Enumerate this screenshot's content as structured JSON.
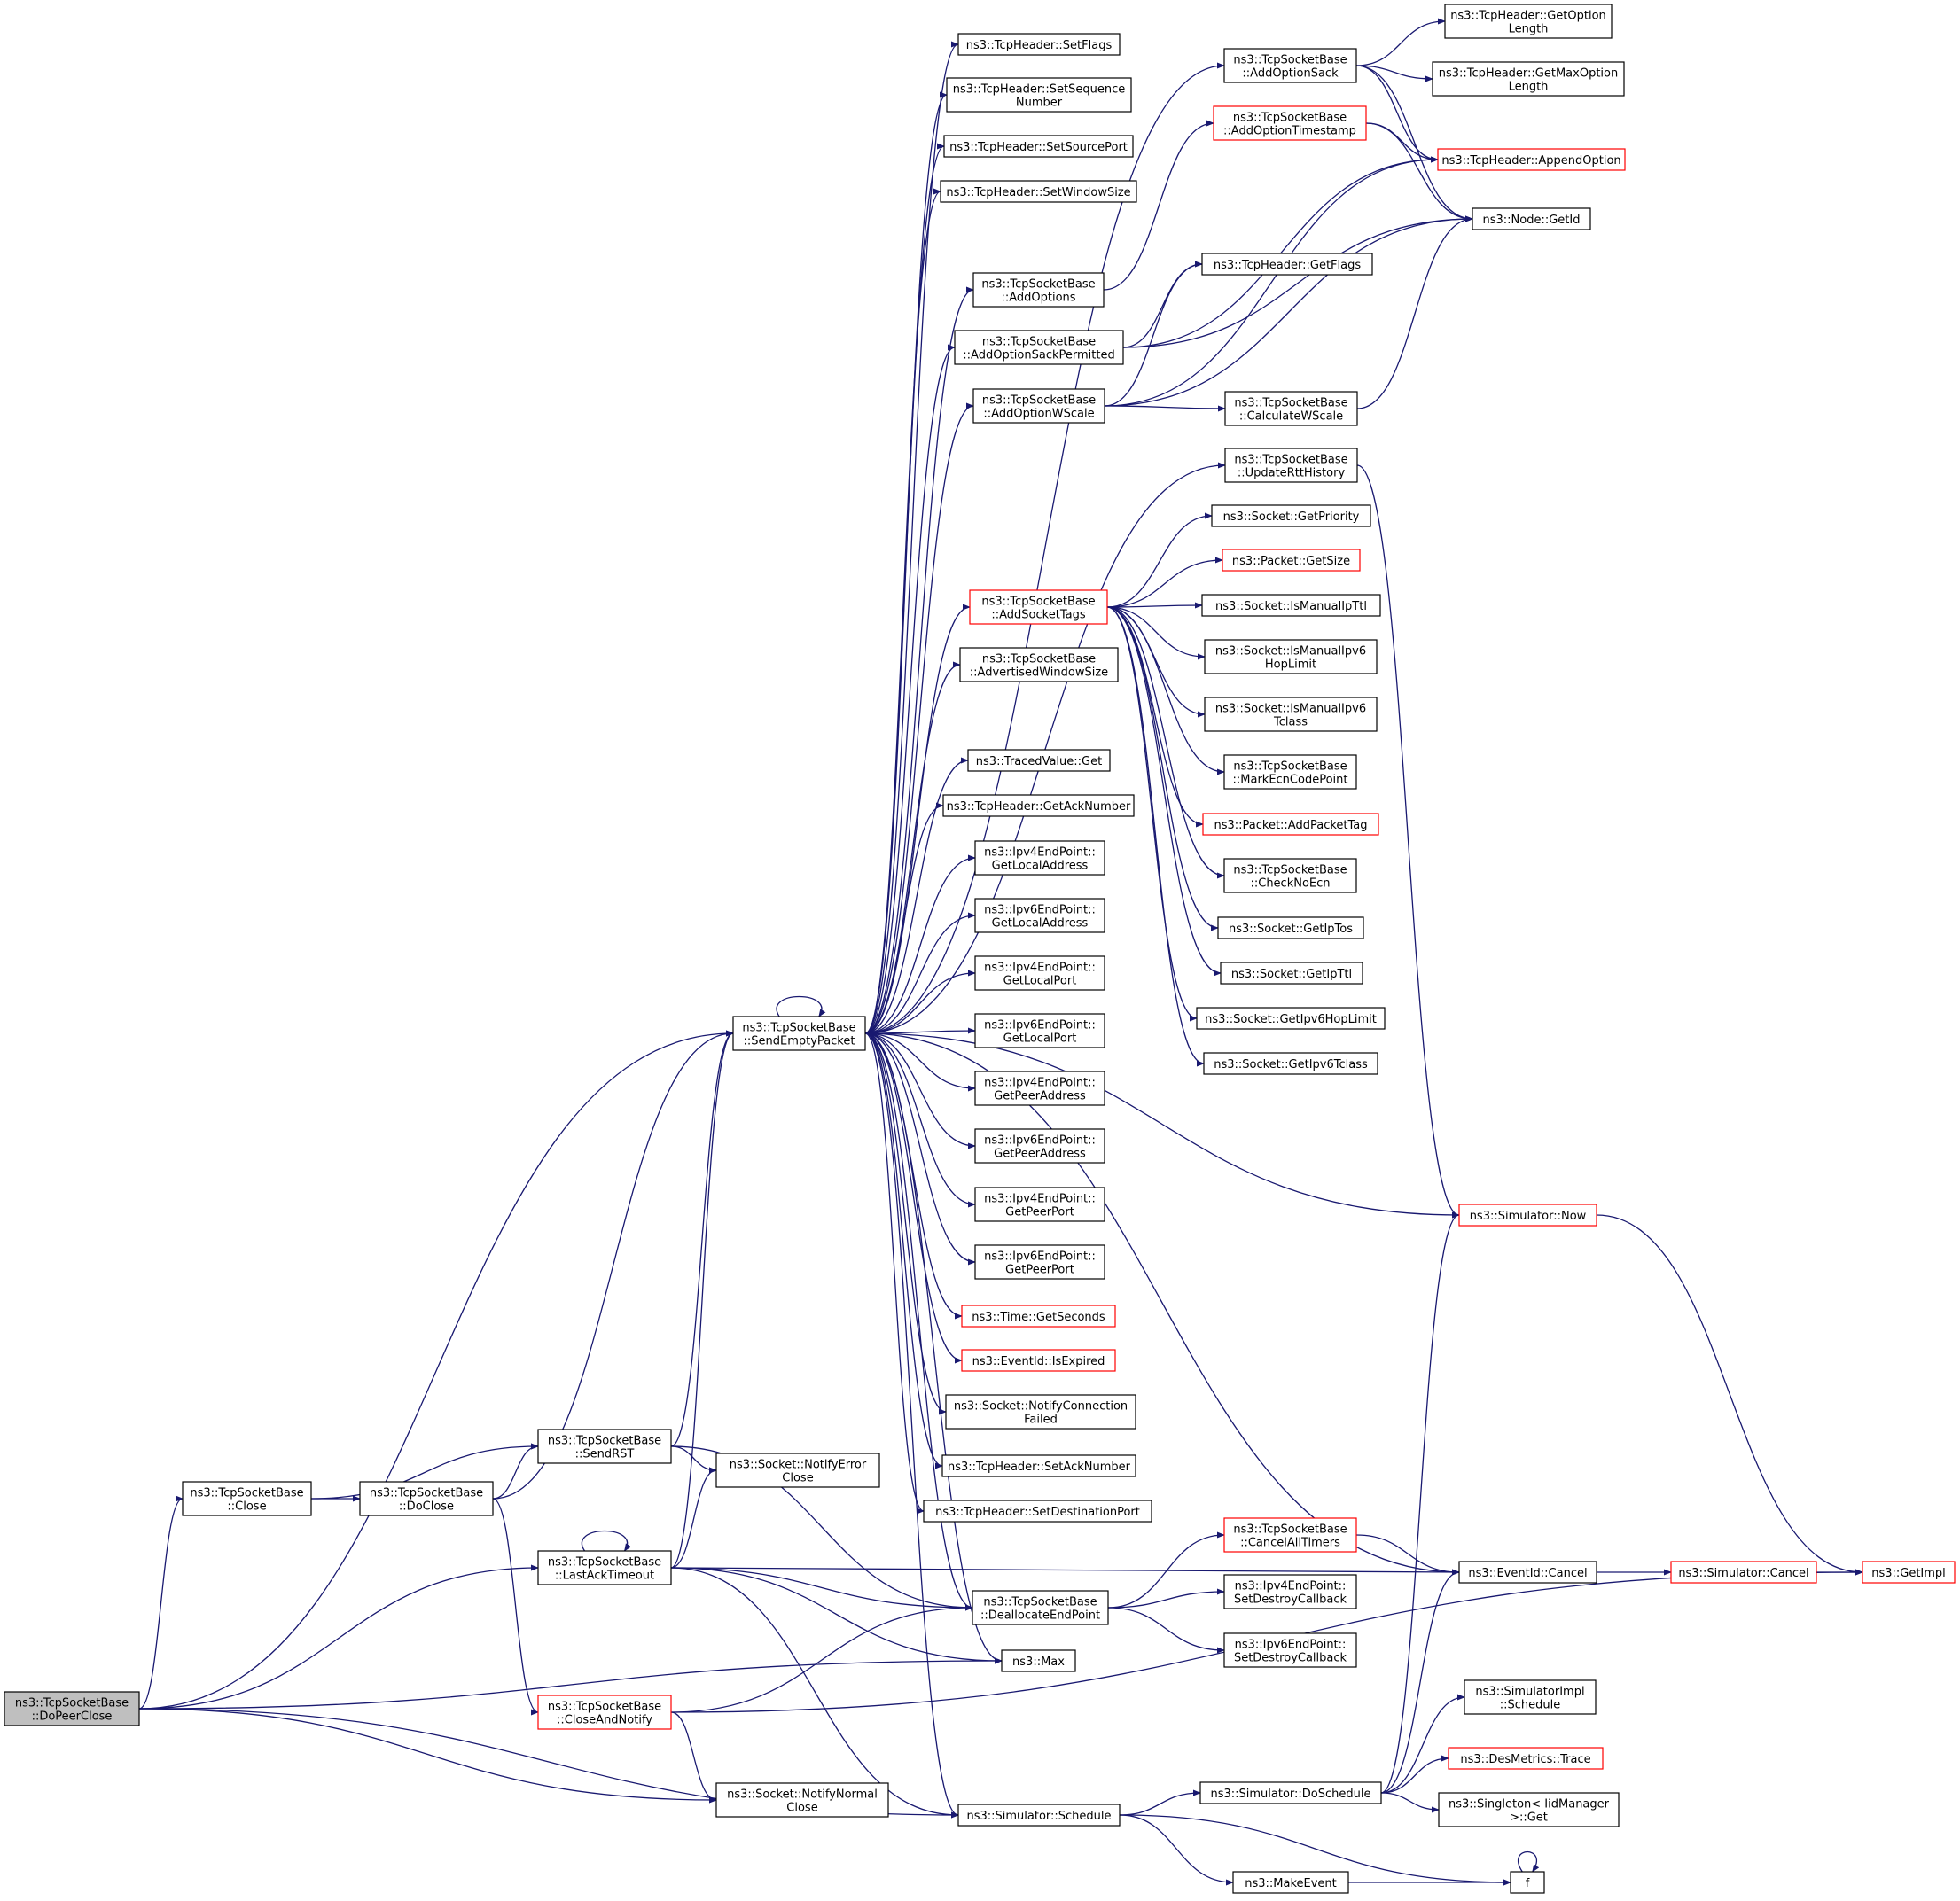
{
  "colors": {
    "edge": "#191970",
    "node_border": "#000000",
    "incomplete_border": "#ff0000",
    "root_fill": "#bfbfbf",
    "node_fill": "#ffffff"
  },
  "nodes": [
    {
      "id": "doPeerClose",
      "lines": [
        "ns3::TcpSocketBase",
        "::DoPeerClose"
      ],
      "style": "root"
    },
    {
      "id": "close",
      "lines": [
        "ns3::TcpSocketBase",
        "::Close"
      ]
    },
    {
      "id": "doClose",
      "lines": [
        "ns3::TcpSocketBase",
        "::DoClose"
      ]
    },
    {
      "id": "sendRST",
      "lines": [
        "ns3::TcpSocketBase",
        "::SendRST"
      ]
    },
    {
      "id": "lastAck",
      "lines": [
        "ns3::TcpSocketBase",
        "::LastAckTimeout"
      ]
    },
    {
      "id": "closeAndNotify",
      "lines": [
        "ns3::TcpSocketBase",
        "::CloseAndNotify"
      ],
      "style": "incomplete"
    },
    {
      "id": "notifyErrorClose",
      "lines": [
        "ns3::Socket::NotifyError",
        "Close"
      ]
    },
    {
      "id": "notifyNormalClose",
      "lines": [
        "ns3::Socket::NotifyNormal",
        "Close"
      ]
    },
    {
      "id": "sendEmpty",
      "lines": [
        "ns3::TcpSocketBase",
        "::SendEmptyPacket"
      ]
    },
    {
      "id": "setFlags",
      "lines": [
        "ns3::TcpHeader::SetFlags"
      ]
    },
    {
      "id": "setSeq",
      "lines": [
        "ns3::TcpHeader::SetSequence",
        "Number"
      ]
    },
    {
      "id": "setSrcPort",
      "lines": [
        "ns3::TcpHeader::SetSourcePort"
      ]
    },
    {
      "id": "setWin",
      "lines": [
        "ns3::TcpHeader::SetWindowSize"
      ]
    },
    {
      "id": "addOptions",
      "lines": [
        "ns3::TcpSocketBase",
        "::AddOptions"
      ]
    },
    {
      "id": "addSackPerm",
      "lines": [
        "ns3::TcpSocketBase",
        "::AddOptionSackPermitted"
      ]
    },
    {
      "id": "addWScale",
      "lines": [
        "ns3::TcpSocketBase",
        "::AddOptionWScale"
      ]
    },
    {
      "id": "addSocketTags",
      "lines": [
        "ns3::TcpSocketBase",
        "::AddSocketTags"
      ],
      "style": "incomplete"
    },
    {
      "id": "advWin",
      "lines": [
        "ns3::TcpSocketBase",
        "::AdvertisedWindowSize"
      ]
    },
    {
      "id": "tracedGet",
      "lines": [
        "ns3::TracedValue::Get"
      ]
    },
    {
      "id": "getAckNum",
      "lines": [
        "ns3::TcpHeader::GetAckNumber"
      ]
    },
    {
      "id": "v4LocalAddr",
      "lines": [
        "ns3::Ipv4EndPoint::",
        "GetLocalAddress"
      ]
    },
    {
      "id": "v6LocalAddr",
      "lines": [
        "ns3::Ipv6EndPoint::",
        "GetLocalAddress"
      ]
    },
    {
      "id": "v4LocalPort",
      "lines": [
        "ns3::Ipv4EndPoint::",
        "GetLocalPort"
      ]
    },
    {
      "id": "v6LocalPort",
      "lines": [
        "ns3::Ipv6EndPoint::",
        "GetLocalPort"
      ]
    },
    {
      "id": "v4PeerAddr",
      "lines": [
        "ns3::Ipv4EndPoint::",
        "GetPeerAddress"
      ]
    },
    {
      "id": "v6PeerAddr",
      "lines": [
        "ns3::Ipv6EndPoint::",
        "GetPeerAddress"
      ]
    },
    {
      "id": "v4PeerPort",
      "lines": [
        "ns3::Ipv4EndPoint::",
        "GetPeerPort"
      ]
    },
    {
      "id": "v6PeerPort",
      "lines": [
        "ns3::Ipv6EndPoint::",
        "GetPeerPort"
      ]
    },
    {
      "id": "getSeconds",
      "lines": [
        "ns3::Time::GetSeconds"
      ],
      "style": "incomplete"
    },
    {
      "id": "isExpired",
      "lines": [
        "ns3::EventId::IsExpired"
      ],
      "style": "incomplete"
    },
    {
      "id": "notifyConnFailed",
      "lines": [
        "ns3::Socket::NotifyConnection",
        "Failed"
      ]
    },
    {
      "id": "setAckNum",
      "lines": [
        "ns3::TcpHeader::SetAckNumber"
      ]
    },
    {
      "id": "setDstPort",
      "lines": [
        "ns3::TcpHeader::SetDestinationPort"
      ]
    },
    {
      "id": "deallocEP",
      "lines": [
        "ns3::TcpSocketBase",
        "::DeallocateEndPoint"
      ]
    },
    {
      "id": "max",
      "lines": [
        "ns3::Max"
      ]
    },
    {
      "id": "schedule",
      "lines": [
        "ns3::Simulator::Schedule"
      ]
    },
    {
      "id": "addOptSack",
      "lines": [
        "ns3::TcpSocketBase",
        "::AddOptionSack"
      ]
    },
    {
      "id": "addOptTs",
      "lines": [
        "ns3::TcpSocketBase",
        "::AddOptionTimestamp"
      ],
      "style": "incomplete"
    },
    {
      "id": "getFlags",
      "lines": [
        "ns3::TcpHeader::GetFlags"
      ]
    },
    {
      "id": "calcWScale",
      "lines": [
        "ns3::TcpSocketBase",
        "::CalculateWScale"
      ]
    },
    {
      "id": "updRtt",
      "lines": [
        "ns3::TcpSocketBase",
        "::UpdateRttHistory"
      ]
    },
    {
      "id": "getPriority",
      "lines": [
        "ns3::Socket::GetPriority"
      ]
    },
    {
      "id": "pktGetSize",
      "lines": [
        "ns3::Packet::GetSize"
      ],
      "style": "incomplete"
    },
    {
      "id": "isManIpTtl",
      "lines": [
        "ns3::Socket::IsManualIpTtl"
      ]
    },
    {
      "id": "isManV6Hop",
      "lines": [
        "ns3::Socket::IsManualIpv6",
        "HopLimit"
      ]
    },
    {
      "id": "isManV6Tc",
      "lines": [
        "ns3::Socket::IsManualIpv6",
        "Tclass"
      ]
    },
    {
      "id": "markEcn",
      "lines": [
        "ns3::TcpSocketBase",
        "::MarkEcnCodePoint"
      ]
    },
    {
      "id": "addPktTag",
      "lines": [
        "ns3::Packet::AddPacketTag"
      ],
      "style": "incomplete"
    },
    {
      "id": "checkNoEcn",
      "lines": [
        "ns3::TcpSocketBase",
        "::CheckNoEcn"
      ]
    },
    {
      "id": "getIpTos",
      "lines": [
        "ns3::Socket::GetIpTos"
      ]
    },
    {
      "id": "getIpTtl",
      "lines": [
        "ns3::Socket::GetIpTtl"
      ]
    },
    {
      "id": "getV6Hop",
      "lines": [
        "ns3::Socket::GetIpv6HopLimit"
      ]
    },
    {
      "id": "getV6Tc",
      "lines": [
        "ns3::Socket::GetIpv6Tclass"
      ]
    },
    {
      "id": "cancelTimers",
      "lines": [
        "ns3::TcpSocketBase",
        "::CancelAllTimers"
      ],
      "style": "incomplete"
    },
    {
      "id": "v4SetDestroy",
      "lines": [
        "ns3::Ipv4EndPoint::",
        "SetDestroyCallback"
      ]
    },
    {
      "id": "v6SetDestroy",
      "lines": [
        "ns3::Ipv6EndPoint::",
        "SetDestroyCallback"
      ]
    },
    {
      "id": "doSchedule",
      "lines": [
        "ns3::Simulator::DoSchedule"
      ]
    },
    {
      "id": "makeEvent",
      "lines": [
        "ns3::MakeEvent"
      ]
    },
    {
      "id": "getOptLen",
      "lines": [
        "ns3::TcpHeader::GetOption",
        "Length"
      ]
    },
    {
      "id": "getMaxOptLen",
      "lines": [
        "ns3::TcpHeader::GetMaxOption",
        "Length"
      ]
    },
    {
      "id": "appendOpt",
      "lines": [
        "ns3::TcpHeader::AppendOption"
      ],
      "style": "incomplete"
    },
    {
      "id": "nodeGetId",
      "lines": [
        "ns3::Node::GetId"
      ]
    },
    {
      "id": "simNow",
      "lines": [
        "ns3::Simulator::Now"
      ],
      "style": "incomplete"
    },
    {
      "id": "eventCancel",
      "lines": [
        "ns3::EventId::Cancel"
      ]
    },
    {
      "id": "simCancel",
      "lines": [
        "ns3::Simulator::Cancel"
      ],
      "style": "incomplete"
    },
    {
      "id": "getImpl",
      "lines": [
        "ns3::GetImpl"
      ],
      "style": "incomplete"
    },
    {
      "id": "implSchedule",
      "lines": [
        "ns3::SimulatorImpl",
        "::Schedule"
      ]
    },
    {
      "id": "desTrace",
      "lines": [
        "ns3::DesMetrics::Trace"
      ],
      "style": "incomplete"
    },
    {
      "id": "singletonGet",
      "lines": [
        "ns3::Singleton< IidManager",
        ">::Get"
      ]
    },
    {
      "id": "f",
      "lines": [
        "f"
      ]
    }
  ],
  "edges": [
    [
      "doPeerClose",
      "sendEmpty"
    ],
    [
      "doPeerClose",
      "close"
    ],
    [
      "doPeerClose",
      "lastAck"
    ],
    [
      "doPeerClose",
      "notifyNormalClose"
    ],
    [
      "doPeerClose",
      "max"
    ],
    [
      "doPeerClose",
      "schedule"
    ],
    [
      "close",
      "doClose"
    ],
    [
      "close",
      "sendRST"
    ],
    [
      "doClose",
      "sendEmpty"
    ],
    [
      "doClose",
      "sendRST"
    ],
    [
      "doClose",
      "closeAndNotify"
    ],
    [
      "sendRST",
      "sendEmpty"
    ],
    [
      "sendRST",
      "notifyErrorClose"
    ],
    [
      "sendRST",
      "deallocEP"
    ],
    [
      "lastAck",
      "lastAck"
    ],
    [
      "lastAck",
      "sendEmpty"
    ],
    [
      "lastAck",
      "notifyErrorClose"
    ],
    [
      "lastAck",
      "deallocEP"
    ],
    [
      "lastAck",
      "max"
    ],
    [
      "lastAck",
      "schedule"
    ],
    [
      "lastAck",
      "eventCancel"
    ],
    [
      "closeAndNotify",
      "deallocEP"
    ],
    [
      "closeAndNotify",
      "notifyNormalClose"
    ],
    [
      "closeAndNotify",
      "getImpl"
    ],
    [
      "sendEmpty",
      "sendEmpty"
    ],
    [
      "sendEmpty",
      "setFlags"
    ],
    [
      "sendEmpty",
      "setSeq"
    ],
    [
      "sendEmpty",
      "setSrcPort"
    ],
    [
      "sendEmpty",
      "setWin"
    ],
    [
      "sendEmpty",
      "addOptSack"
    ],
    [
      "sendEmpty",
      "addOptions"
    ],
    [
      "sendEmpty",
      "addSackPerm"
    ],
    [
      "sendEmpty",
      "addWScale"
    ],
    [
      "sendEmpty",
      "updRtt"
    ],
    [
      "sendEmpty",
      "addSocketTags"
    ],
    [
      "sendEmpty",
      "advWin"
    ],
    [
      "sendEmpty",
      "simNow"
    ],
    [
      "sendEmpty",
      "tracedGet"
    ],
    [
      "sendEmpty",
      "getAckNum"
    ],
    [
      "sendEmpty",
      "v4LocalAddr"
    ],
    [
      "sendEmpty",
      "v6LocalAddr"
    ],
    [
      "sendEmpty",
      "v4LocalPort"
    ],
    [
      "sendEmpty",
      "v6LocalPort"
    ],
    [
      "sendEmpty",
      "v4PeerAddr"
    ],
    [
      "sendEmpty",
      "v6PeerAddr"
    ],
    [
      "sendEmpty",
      "v4PeerPort"
    ],
    [
      "sendEmpty",
      "v6PeerPort"
    ],
    [
      "sendEmpty",
      "getSeconds"
    ],
    [
      "sendEmpty",
      "isExpired"
    ],
    [
      "sendEmpty",
      "notifyConnFailed"
    ],
    [
      "sendEmpty",
      "setAckNum"
    ],
    [
      "sendEmpty",
      "setDstPort"
    ],
    [
      "sendEmpty",
      "eventCancel"
    ],
    [
      "sendEmpty",
      "deallocEP"
    ],
    [
      "sendEmpty",
      "max"
    ],
    [
      "sendEmpty",
      "schedule"
    ],
    [
      "addOptions",
      "addOptTs"
    ],
    [
      "addSackPerm",
      "getFlags"
    ],
    [
      "addSackPerm",
      "appendOpt"
    ],
    [
      "addSackPerm",
      "nodeGetId"
    ],
    [
      "addWScale",
      "getFlags"
    ],
    [
      "addWScale",
      "appendOpt"
    ],
    [
      "addWScale",
      "calcWScale"
    ],
    [
      "addWScale",
      "nodeGetId"
    ],
    [
      "addOptSack",
      "getOptLen"
    ],
    [
      "addOptSack",
      "getMaxOptLen"
    ],
    [
      "addOptSack",
      "appendOpt"
    ],
    [
      "addOptSack",
      "nodeGetId"
    ],
    [
      "addOptTs",
      "appendOpt"
    ],
    [
      "addOptTs",
      "nodeGetId"
    ],
    [
      "calcWScale",
      "nodeGetId"
    ],
    [
      "updRtt",
      "simNow"
    ],
    [
      "addSocketTags",
      "getPriority"
    ],
    [
      "addSocketTags",
      "pktGetSize"
    ],
    [
      "addSocketTags",
      "isManIpTtl"
    ],
    [
      "addSocketTags",
      "isManV6Hop"
    ],
    [
      "addSocketTags",
      "isManV6Tc"
    ],
    [
      "addSocketTags",
      "markEcn"
    ],
    [
      "addSocketTags",
      "addPktTag"
    ],
    [
      "addSocketTags",
      "checkNoEcn"
    ],
    [
      "addSocketTags",
      "getIpTos"
    ],
    [
      "addSocketTags",
      "getIpTtl"
    ],
    [
      "addSocketTags",
      "getV6Hop"
    ],
    [
      "addSocketTags",
      "getV6Tc"
    ],
    [
      "deallocEP",
      "cancelTimers"
    ],
    [
      "deallocEP",
      "v4SetDestroy"
    ],
    [
      "deallocEP",
      "v6SetDestroy"
    ],
    [
      "cancelTimers",
      "eventCancel"
    ],
    [
      "eventCancel",
      "simCancel"
    ],
    [
      "simCancel",
      "getImpl"
    ],
    [
      "simNow",
      "getImpl"
    ],
    [
      "schedule",
      "doSchedule"
    ],
    [
      "schedule",
      "makeEvent"
    ],
    [
      "schedule",
      "f"
    ],
    [
      "doSchedule",
      "simNow"
    ],
    [
      "doSchedule",
      "eventCancel"
    ],
    [
      "doSchedule",
      "implSchedule"
    ],
    [
      "doSchedule",
      "desTrace"
    ],
    [
      "doSchedule",
      "singletonGet"
    ],
    [
      "makeEvent",
      "f"
    ],
    [
      "f",
      "f"
    ]
  ]
}
